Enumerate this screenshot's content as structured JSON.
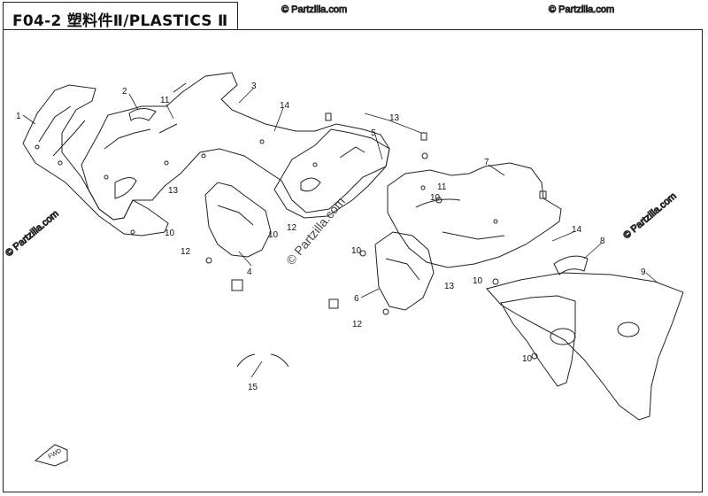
{
  "header": {
    "title": "F04-2  塑料件Ⅱ/PLASTICS Ⅱ"
  },
  "watermark": {
    "text": "© Partzilla.com",
    "color": "#cccccc"
  },
  "callouts": [
    {
      "id": "c1",
      "label": "1"
    },
    {
      "id": "c2",
      "label": "2"
    },
    {
      "id": "c3",
      "label": "3"
    },
    {
      "id": "c4",
      "label": "4"
    },
    {
      "id": "c5",
      "label": "5"
    },
    {
      "id": "c6",
      "label": "6"
    },
    {
      "id": "c7",
      "label": "7"
    },
    {
      "id": "c8",
      "label": "8"
    },
    {
      "id": "c9",
      "label": "9"
    },
    {
      "id": "c10a",
      "label": "10"
    },
    {
      "id": "c10b",
      "label": "10"
    },
    {
      "id": "c10c",
      "label": "10"
    },
    {
      "id": "c10d",
      "label": "10"
    },
    {
      "id": "c10e",
      "label": "10"
    },
    {
      "id": "c10f",
      "label": "10"
    },
    {
      "id": "c11a",
      "label": "11"
    },
    {
      "id": "c11b",
      "label": "11"
    },
    {
      "id": "c12a",
      "label": "12"
    },
    {
      "id": "c12b",
      "label": "12"
    },
    {
      "id": "c12c",
      "label": "12"
    },
    {
      "id": "c13a",
      "label": "13"
    },
    {
      "id": "c13b",
      "label": "13"
    },
    {
      "id": "c13c",
      "label": "13"
    },
    {
      "id": "c14a",
      "label": "14"
    },
    {
      "id": "c14b",
      "label": "14"
    },
    {
      "id": "c15",
      "label": "15"
    }
  ],
  "fwd_label": "FWD"
}
